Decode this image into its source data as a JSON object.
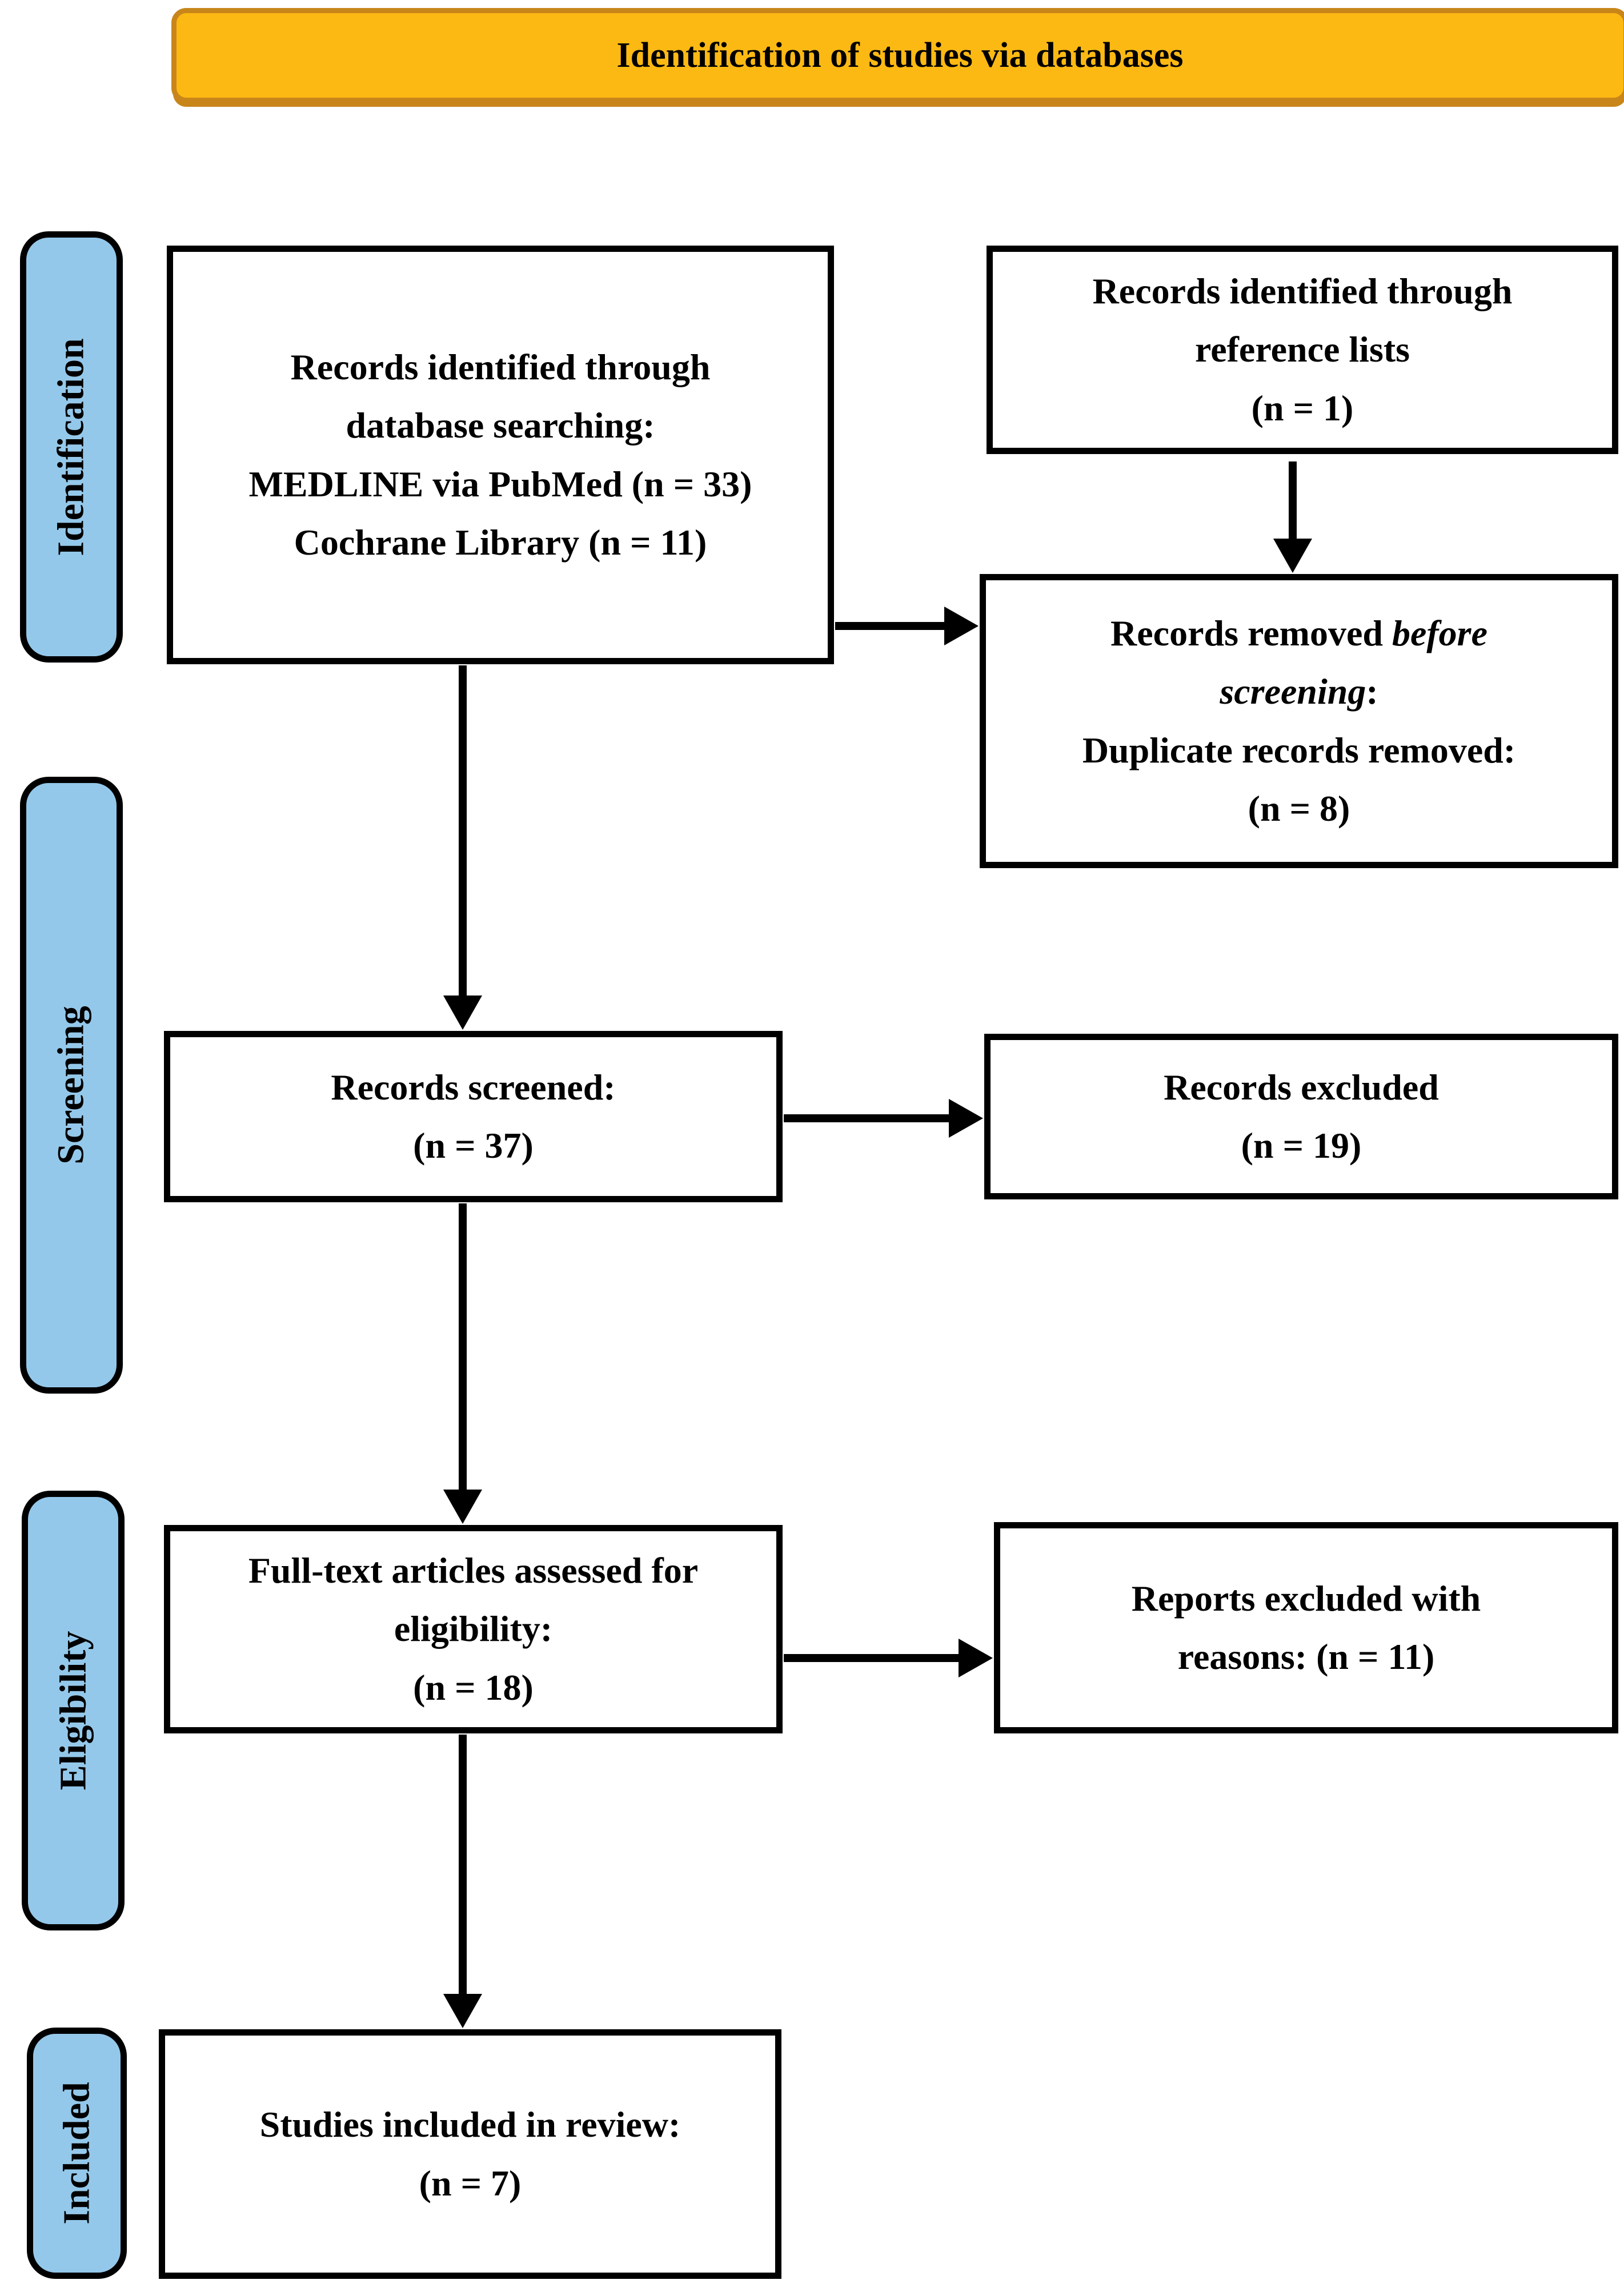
{
  "banner": {
    "title": "Identification of studies via databases"
  },
  "colors": {
    "banner_fill": "#FDB913",
    "banner_border": "#C8861A",
    "sidebar_fill": "#94C8EA",
    "box_fill": "#FFFFFF",
    "box_border": "#000000",
    "arrow": "#000000"
  },
  "sidebar": {
    "items": [
      {
        "label": "Identification"
      },
      {
        "label": "Screening"
      },
      {
        "label": "Eligibility"
      },
      {
        "label": "Included"
      }
    ]
  },
  "boxes": {
    "records_identified": {
      "lines": [
        "Records identified through",
        "database searching:",
        "MEDLINE via PubMed (n = 33)",
        "Cochrane Library (n = 11)"
      ]
    },
    "reference_lists": {
      "lines": [
        "Records identified through",
        "reference lists",
        "(n = 1)"
      ]
    },
    "records_removed": {
      "line1_regular": "Records removed ",
      "line1_italic": "before",
      "line2_italic": "screening",
      "line2_regular": ":",
      "line3": "Duplicate records removed:",
      "line4": "(n = 8)"
    },
    "records_screened": {
      "lines": [
        "Records screened:",
        "(n = 37)"
      ]
    },
    "records_excluded": {
      "lines": [
        "Records excluded",
        "(n = 19)"
      ]
    },
    "fulltext_assessed": {
      "lines": [
        "Full-text articles assessed for",
        "eligibility:",
        "(n = 18)"
      ]
    },
    "reports_excluded": {
      "lines": [
        "Reports excluded with",
        "reasons: (n = 11)"
      ]
    },
    "studies_included": {
      "lines": [
        "Studies included in review:",
        "(n = 7)"
      ]
    }
  }
}
